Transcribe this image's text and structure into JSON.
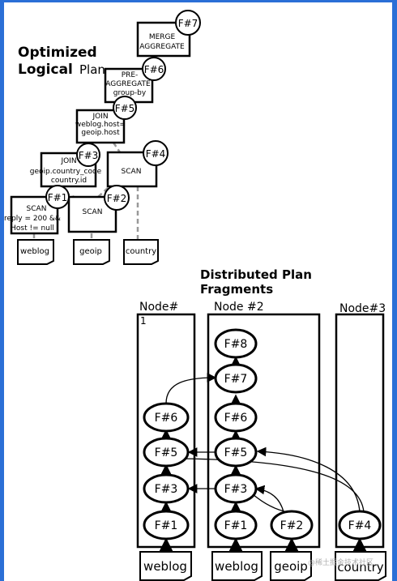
{
  "logical_plan": {
    "title_line1": "Optimized",
    "title_line2": "Logical",
    "title_line2b": "Plan",
    "ops": {
      "merge": [
        "MERGE",
        "AGGREGATE"
      ],
      "pre": [
        "PRE-",
        "AGGREGATE",
        "group-by"
      ],
      "join1": [
        "JOIN",
        "weblog.host=",
        "geoip.host"
      ],
      "join2": [
        "JOIN",
        "geoip.country_code",
        "country.id"
      ],
      "scan4": [
        "SCAN"
      ],
      "scan1": [
        "SCAN",
        "reply = 200 &&",
        "Host != null"
      ],
      "scan2": [
        "SCAN"
      ]
    },
    "fragments": {
      "f7": "F#7",
      "f6": "F#6",
      "f5": "F#5",
      "f4": "F#4",
      "f3": "F#3",
      "f1": "F#1",
      "f2": "F#2"
    },
    "tables": {
      "weblog": "weblog",
      "geoip": "geoip",
      "country": "country"
    }
  },
  "distributed": {
    "title_line1": "Distributed Plan",
    "title_line2": "Fragments",
    "nodes": {
      "n1_a": "Node#",
      "n1_b": "1",
      "n2": "Node #2",
      "n3": "Node#3"
    },
    "n1_frags": {
      "f6": "F#6",
      "f5": "F#5",
      "f3": "F#3",
      "f1": "F#1"
    },
    "n2_frags": {
      "f8": "F#8",
      "f7": "F#7",
      "f6": "F#6",
      "f5": "F#5",
      "f3": "F#3",
      "f1": "F#1",
      "f2": "F#2"
    },
    "n3_frags": {
      "f4": "F#4"
    },
    "tables": {
      "weblog1": "weblog",
      "weblog2": "weblog",
      "geoip": "geoip",
      "country": "country"
    }
  },
  "watermark": "@稀土掘金技术社区"
}
